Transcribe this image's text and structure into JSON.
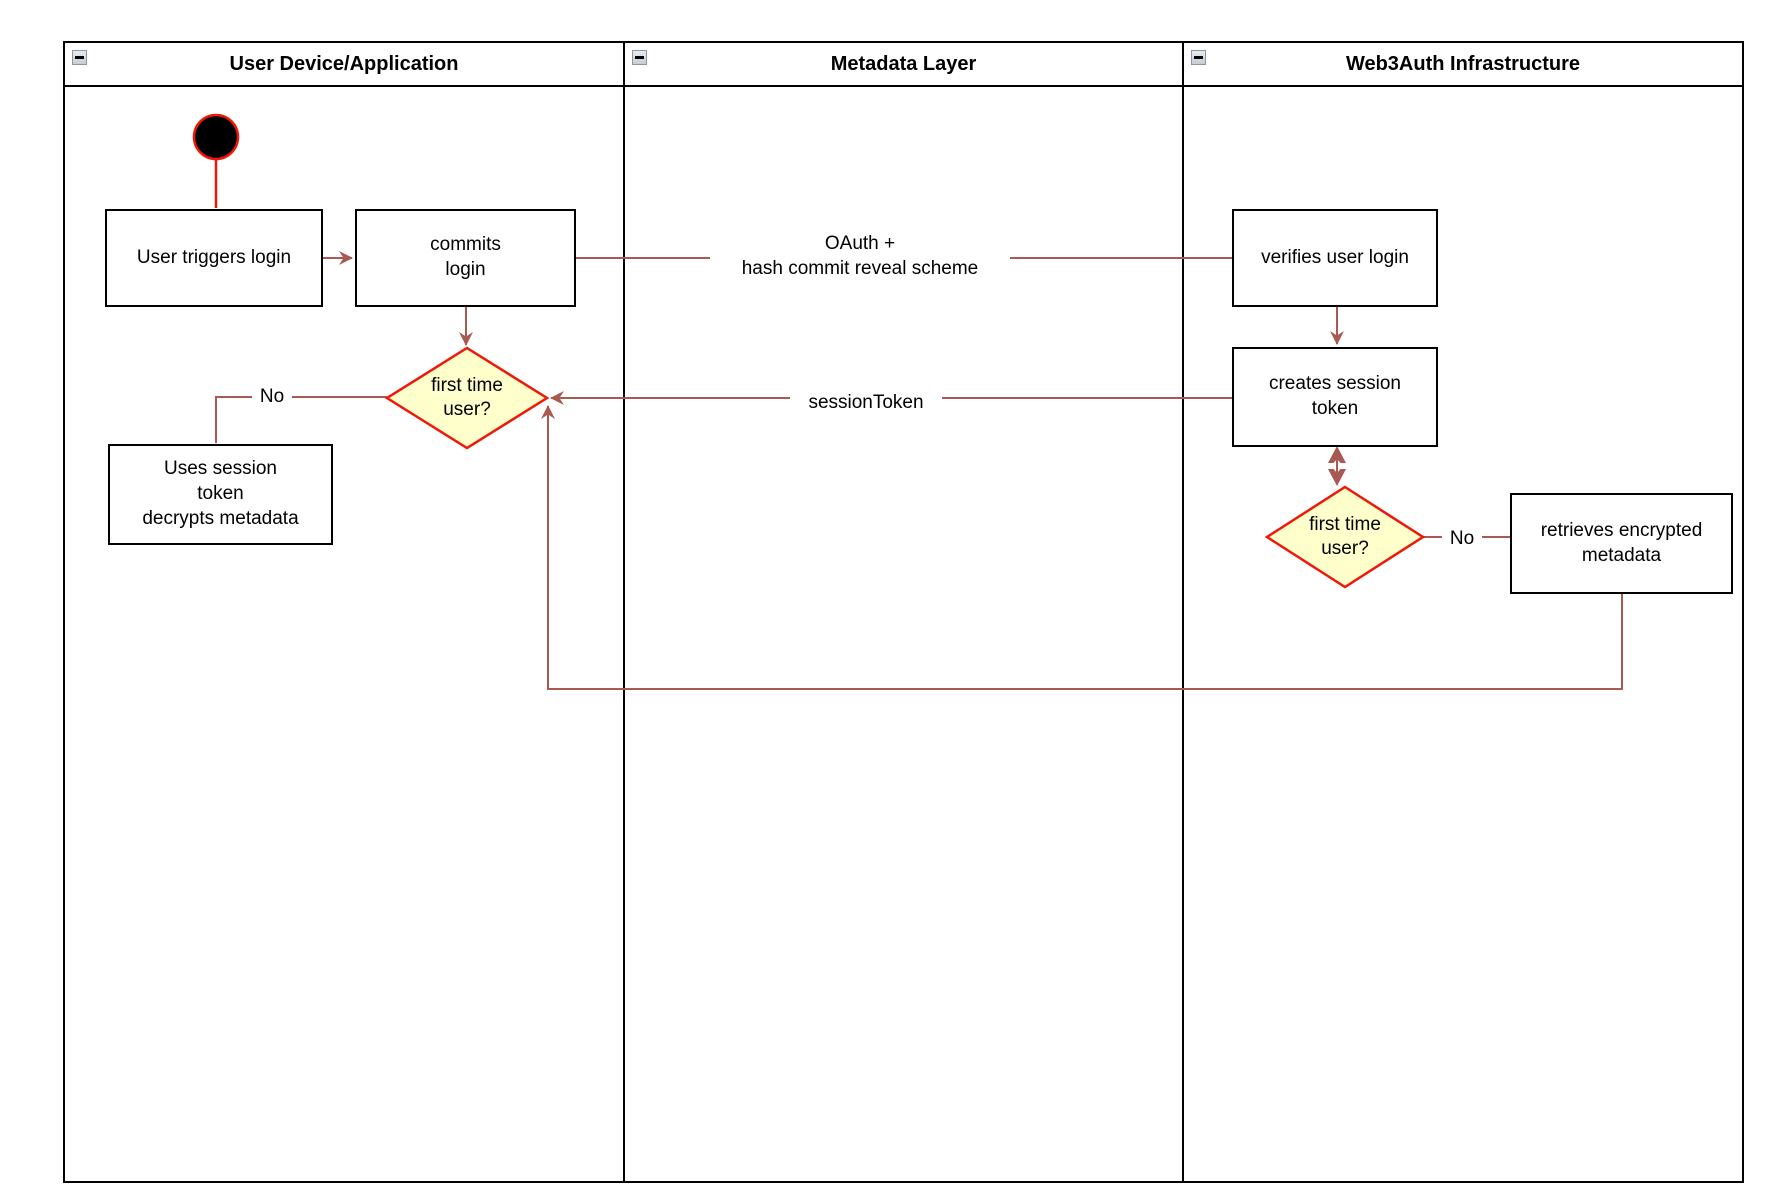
{
  "lanes": [
    {
      "title": "User Device/Application",
      "collapse_icon": "minus-square"
    },
    {
      "title": "Metadata Layer",
      "collapse_icon": "minus-square"
    },
    {
      "title": "Web3Auth Infrastructure",
      "collapse_icon": "minus-square"
    }
  ],
  "nodes": {
    "start": {
      "shape": "initial-state-filled-circle"
    },
    "user_triggers_login": {
      "label": "User triggers login"
    },
    "commits_login": {
      "label": "commits\nlogin"
    },
    "first_time_user_device": {
      "label": "first time\nuser?"
    },
    "uses_session_token": {
      "label": "Uses session\ntoken\ndecrypts metadata"
    },
    "verifies_user_login": {
      "label": "verifies user login"
    },
    "creates_session_token": {
      "label": "creates session\ntoken"
    },
    "first_time_user_infra": {
      "label": "first time\nuser?"
    },
    "retrieves_encrypted_metadata": {
      "label": "retrieves encrypted\nmetadata"
    }
  },
  "edge_labels": {
    "oauth": "OAuth +\nhash commit reveal scheme",
    "session_token": "sessionToken",
    "no_device": "No",
    "no_infra": "No"
  },
  "colors": {
    "connector": "#A85A52",
    "accent_red": "#F01708",
    "decision_fill": "#FFFFCC",
    "node_border": "#000000",
    "node_fill": "#FFFFFF"
  }
}
